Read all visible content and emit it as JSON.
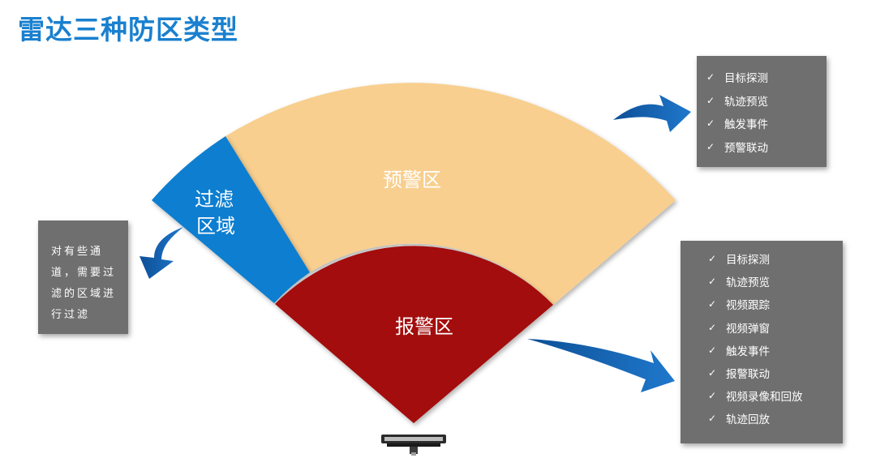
{
  "title": "雷达三种防区类型",
  "zones": {
    "filter": {
      "label_line1": "过滤",
      "label_line2": "区域",
      "color": "#0f7ed0"
    },
    "warning": {
      "label": "预警区",
      "color": "#f8cf8f"
    },
    "alarm": {
      "label": "报警区",
      "color": "#a30808"
    }
  },
  "boxes": {
    "filter_note": {
      "text": "对有些通道，需要过滤的区域进行过滤"
    },
    "warning_list": [
      "目标探测",
      "轨迹预览",
      "触发事件",
      "预警联动"
    ],
    "alarm_list": [
      "目标探测",
      "轨迹预览",
      "视频跟踪",
      "视频弹窗",
      "触发事件",
      "报警联动",
      "视频录像和回放",
      "轨迹回放"
    ]
  },
  "colors": {
    "title": "#1a80cf",
    "arrow": "#1565b5",
    "box_bg": "#6f6f6f"
  },
  "icons": {
    "check": "✓",
    "radar_device": "radar-device-icon"
  }
}
